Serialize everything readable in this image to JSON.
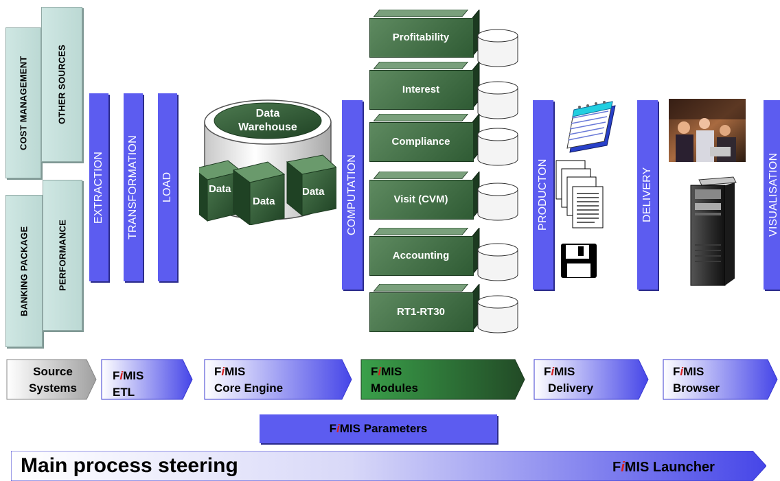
{
  "sources": {
    "cost_management": "COST MANAGEMENT",
    "other_sources": "OTHER SOURCES",
    "banking_package": "BANKING PACKAGE",
    "performance": "PERFORMANCE"
  },
  "etl_bars": {
    "extraction": "EXTRACTION",
    "transformation": "TRANSFORMATION",
    "load": "LOAD"
  },
  "warehouse": {
    "title_line1": "Data",
    "title_line2": "Warehouse",
    "cube1": "Data",
    "cube2": "Data",
    "cube3": "Data"
  },
  "computation": "COMPUTATION",
  "modules": [
    "Profitability",
    "Interest",
    "Compliance",
    "Visit (CVM)",
    "Accounting",
    "RT1-RT30"
  ],
  "production": "PRODUCTON",
  "delivery": "DELIVERY",
  "visualisation": "VISUALISATION",
  "stages": {
    "source_line1": "Source",
    "source_line2": "Systems",
    "brand_f": "F",
    "brand_i": "i",
    "brand_rest": "MIS",
    "etl_sub": "ETL",
    "core_sub": "Core Engine",
    "modules_sub": "Modules",
    "delivery_sub": "Delivery",
    "browser_sub": "Browser"
  },
  "parameters": {
    "label": "Parameters"
  },
  "steering": {
    "title": "Main process steering",
    "launcher_suffix": "Launcher"
  },
  "colors": {
    "bar_blue": "#5c5cf0",
    "module_green": "#2f5b34",
    "source_teal": "#cfe7e3"
  }
}
